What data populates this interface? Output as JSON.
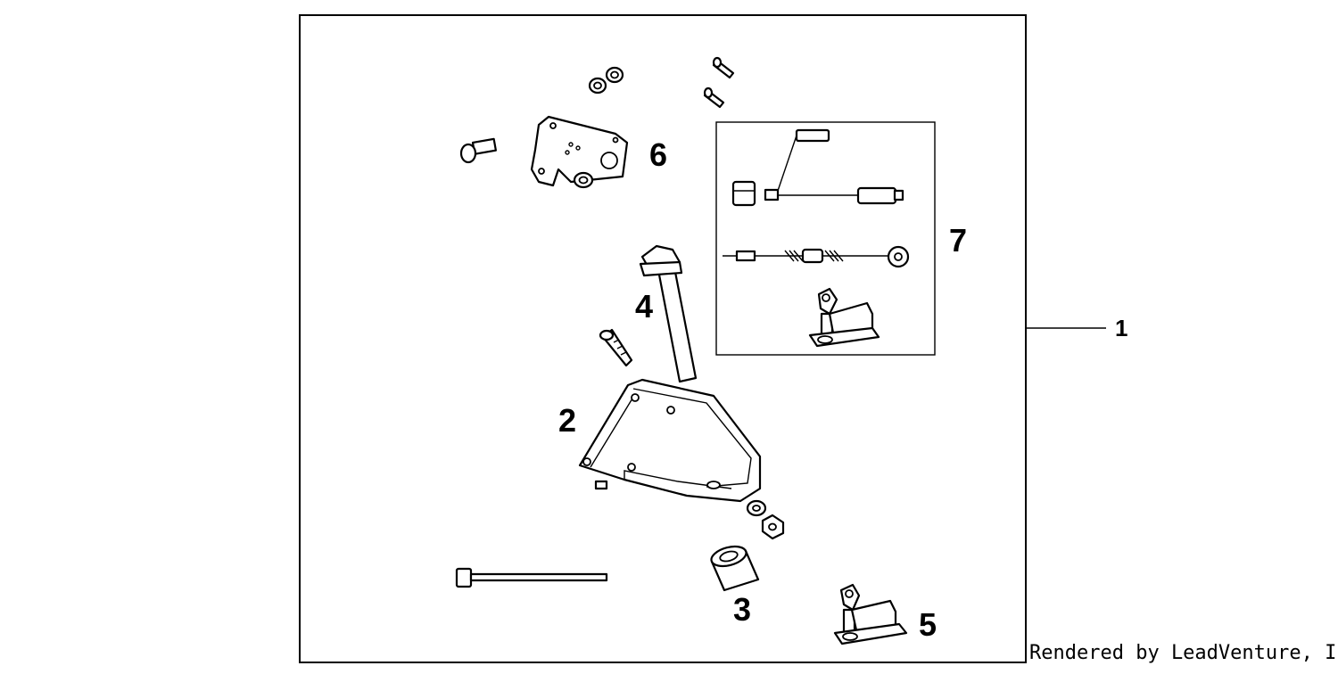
{
  "callouts": {
    "kit": "1",
    "bracket": "2",
    "spacer": "3",
    "bolt": "4",
    "cable_mount": "5",
    "plate": "6",
    "cable_kit": "7"
  },
  "footer": {
    "credit": "Rendered by LeadVenture, Inc."
  }
}
